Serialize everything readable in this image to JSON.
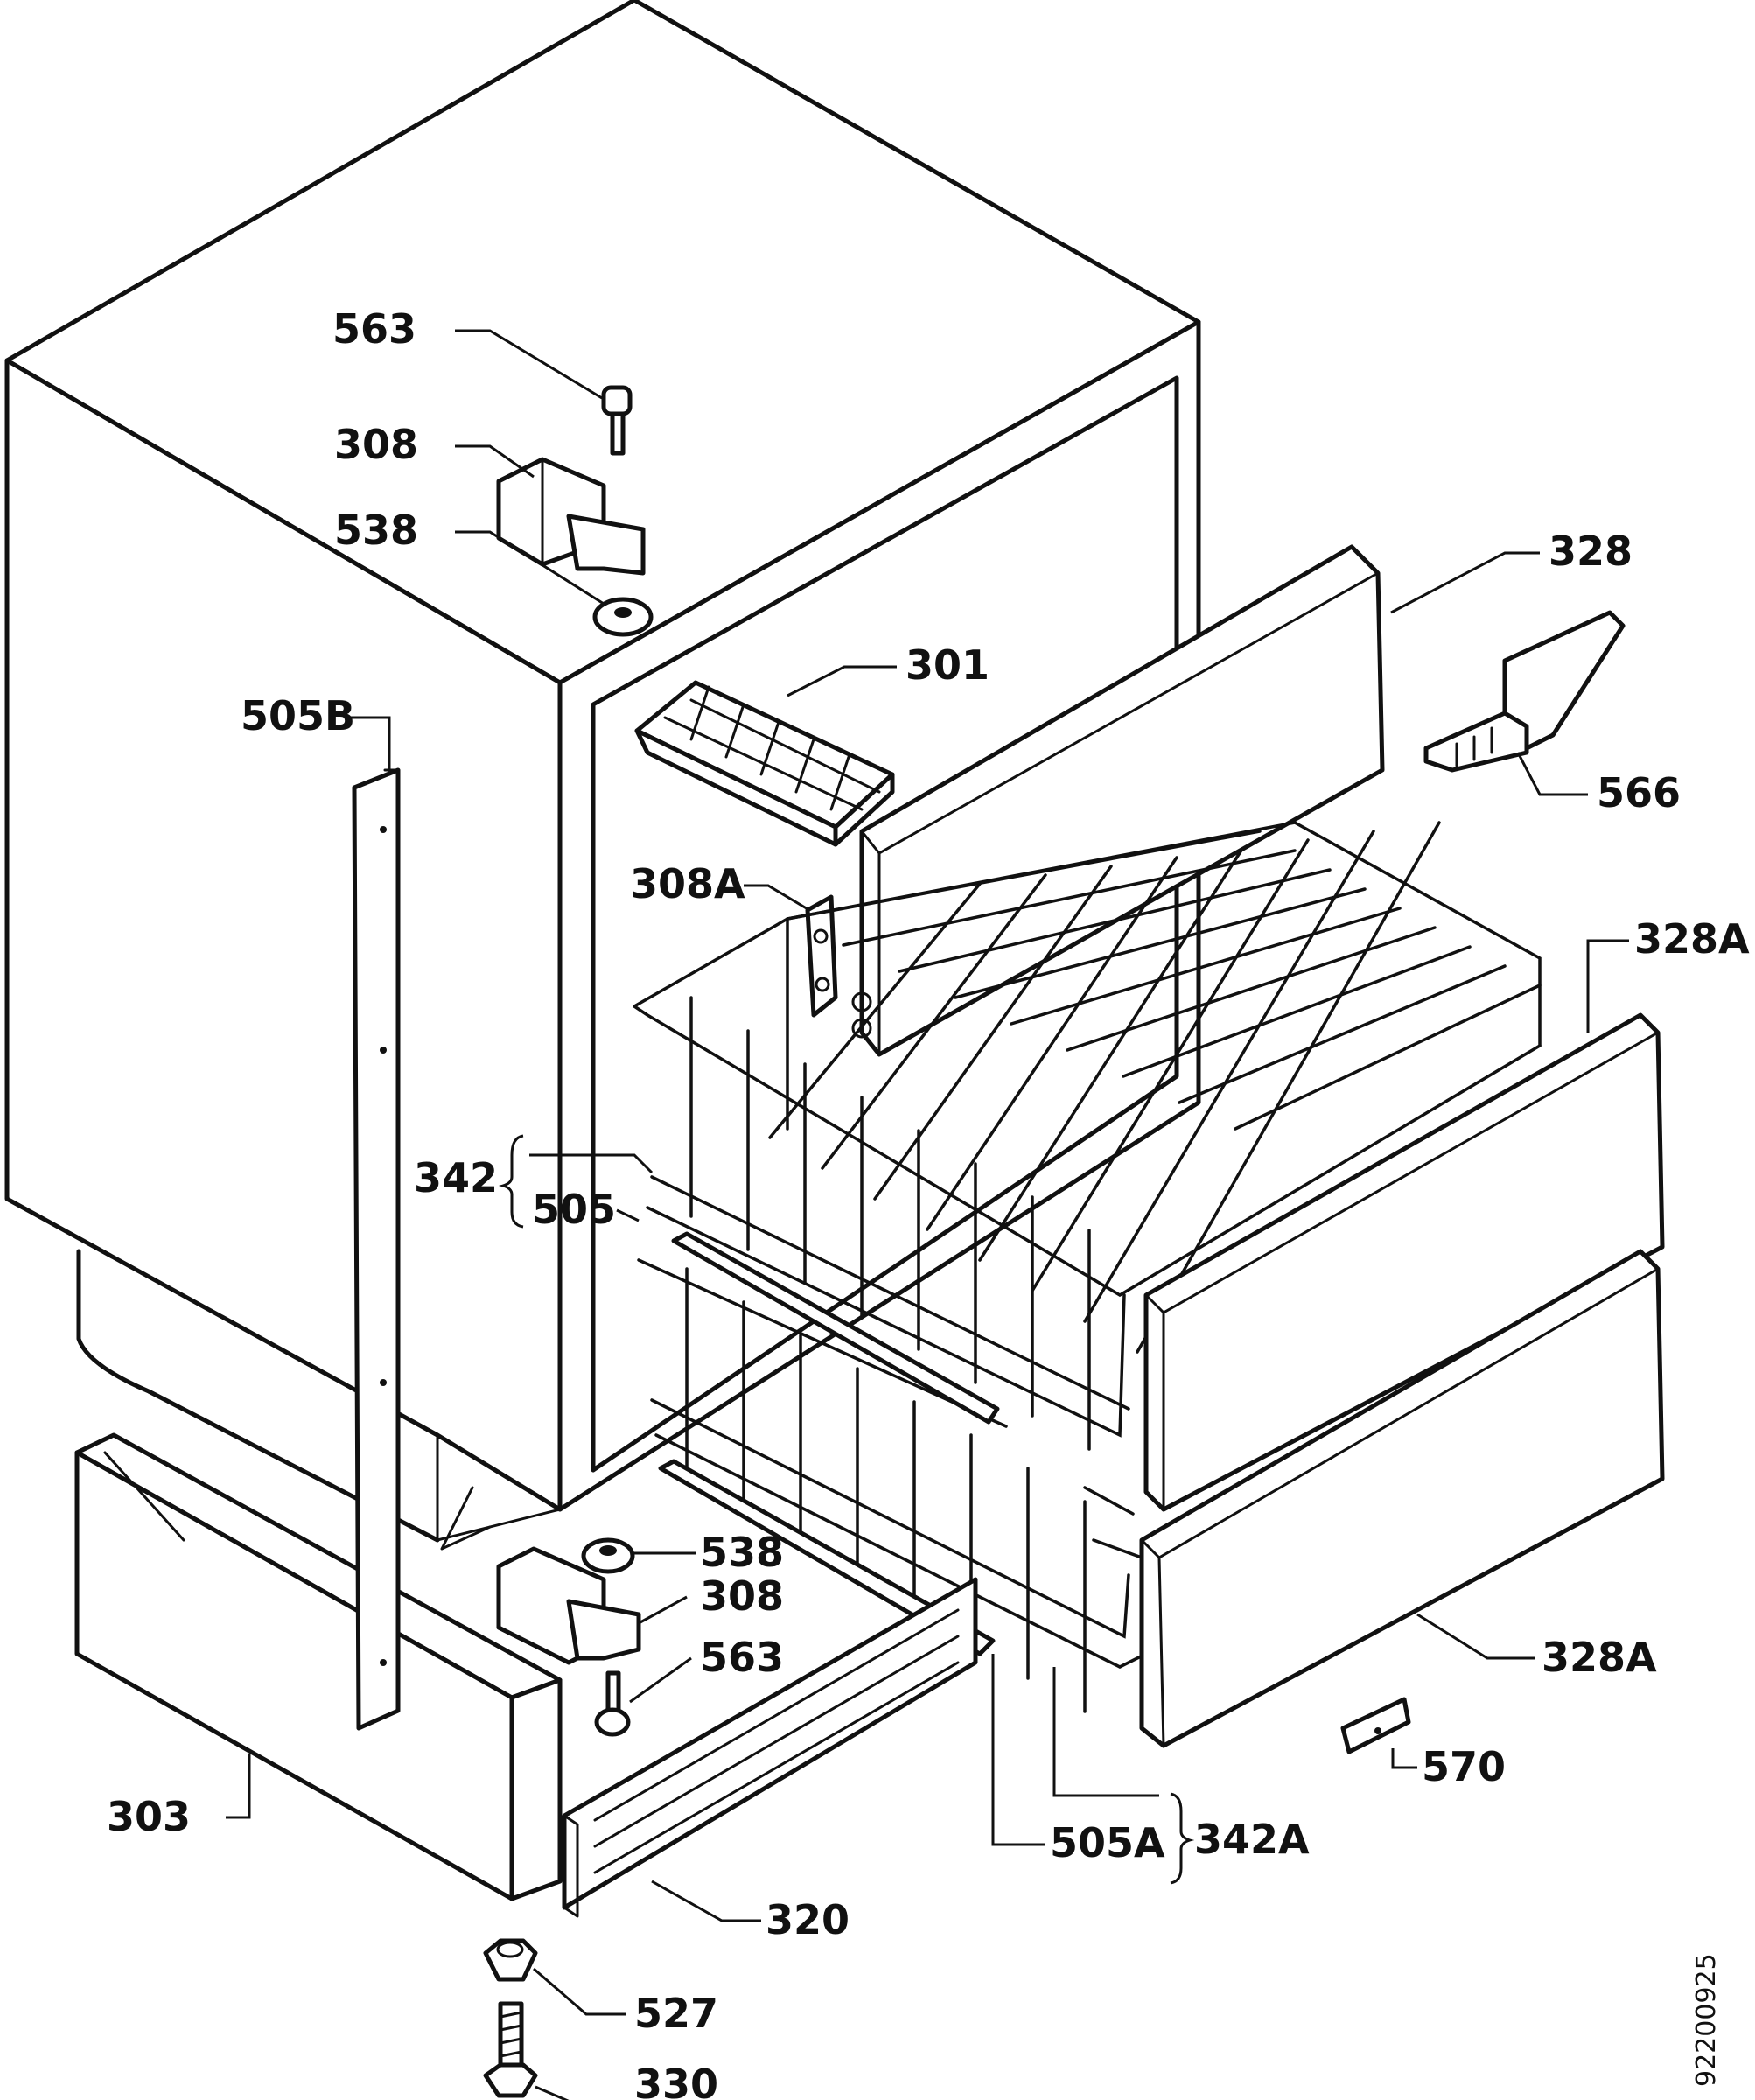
{
  "drawing_code": "92200925",
  "labels": {
    "l563_top": "563",
    "l308_top": "308",
    "l538_top": "538",
    "l505B": "505B",
    "l301": "301",
    "l328": "328",
    "l566": "566",
    "l308A": "308A",
    "l328A_top": "328A",
    "l342": "342",
    "l505": "505",
    "l538_bot": "538",
    "l308_bot": "308",
    "l563_bot": "563",
    "l328A_bot": "328A",
    "l570": "570",
    "l303": "303",
    "l505A": "505A",
    "l342A": "342A",
    "l320": "320",
    "l527": "527",
    "l330": "330"
  }
}
